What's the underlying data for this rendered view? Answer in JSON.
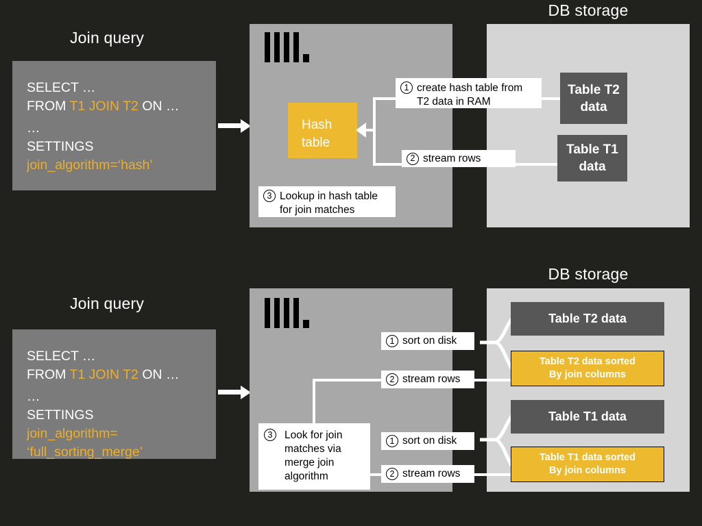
{
  "diagram": {
    "title_hint": "ClickHouse JOIN algorithms: hash vs full_sorting_merge",
    "colors": {
      "background": "#21211d",
      "server_panel": "#a8a8a8",
      "storage_panel": "#d5d5d5",
      "query_box": "#7b7b7b",
      "accent_gold": "#edb92e",
      "table_dark": "#575757",
      "text_light": "#ffffff",
      "keyword_orange": "#edaf2b"
    }
  },
  "top": {
    "query_heading": "Join query",
    "storage_heading": "DB storage",
    "query": {
      "lines": [
        {
          "text": "SELECT …",
          "color": "white"
        },
        {
          "pre": "FROM ",
          "highlight": "T1 JOIN T2",
          "post": " ON …",
          "color": "mixed"
        },
        {
          "text": "…",
          "color": "white"
        },
        {
          "text": "SETTINGS",
          "color": "white"
        },
        {
          "text": "join_algorithm=‘hash’",
          "color": "orange"
        }
      ]
    },
    "hash_block": {
      "line1": "Hash",
      "line2": "table"
    },
    "callouts": [
      {
        "num": "1",
        "line1": "create hash table from",
        "line2": "T2 data in RAM"
      },
      {
        "num": "2",
        "line1": "stream rows",
        "line2": ""
      },
      {
        "num": "3",
        "line1": "Lookup in hash table",
        "line2": "for join matches"
      }
    ],
    "tables": [
      {
        "line1": "Table T2",
        "line2": "data"
      },
      {
        "line1": "Table T1",
        "line2": "data"
      }
    ]
  },
  "bottom": {
    "query_heading": "Join query",
    "storage_heading": "DB storage",
    "query": {
      "lines": [
        {
          "text": "SELECT …",
          "color": "white"
        },
        {
          "pre": "FROM ",
          "highlight": "T1 JOIN T2",
          "post": " ON …",
          "color": "mixed"
        },
        {
          "text": "…",
          "color": "white"
        },
        {
          "text": "SETTINGS",
          "color": "white"
        },
        {
          "text": "join_algorithm=",
          "color": "orange"
        },
        {
          "text": "‘full_sorting_merge’",
          "color": "orange"
        }
      ]
    },
    "callouts": [
      {
        "num": "1",
        "text": "sort on disk"
      },
      {
        "num": "2",
        "text": "stream rows"
      },
      {
        "num": "1",
        "text": "sort on disk"
      },
      {
        "num": "2",
        "text": "stream rows"
      }
    ],
    "merge_callout": {
      "num": "3",
      "line1": "Look for join",
      "line2": "matches via",
      "line3": "merge join",
      "line4": "algorithm"
    },
    "tables": [
      {
        "line1": "Table T2 data",
        "line2": "",
        "style": "dark"
      },
      {
        "line1": "Table T2 data sorted",
        "line2": "By join columns",
        "style": "gold"
      },
      {
        "line1": "Table T1 data",
        "line2": "",
        "style": "dark"
      },
      {
        "line1": "Table T1 data sorted",
        "line2": "By join columns",
        "style": "gold"
      }
    ]
  },
  "icons": {
    "clickhouse_logo": "clickhouse-logo-icon",
    "arrow_right": "arrow-right-icon",
    "arrow_left": "arrow-left-icon"
  }
}
